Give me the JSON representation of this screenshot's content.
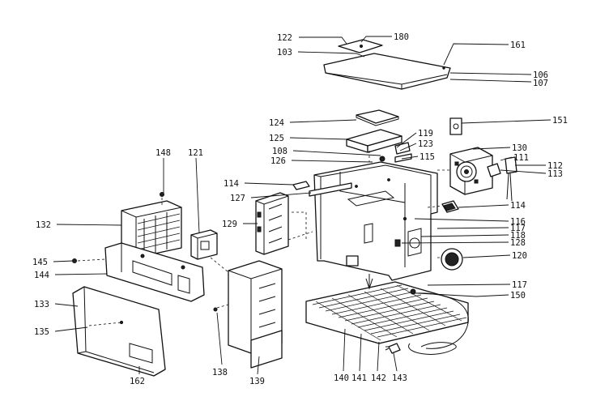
{
  "callouts": [
    {
      "id": "c122",
      "text": "122"
    },
    {
      "id": "c180",
      "text": "180"
    },
    {
      "id": "c103",
      "text": "103"
    },
    {
      "id": "c161",
      "text": "161"
    },
    {
      "id": "c106",
      "text": "106"
    },
    {
      "id": "c107",
      "text": "107"
    },
    {
      "id": "c151",
      "text": "151"
    },
    {
      "id": "c124",
      "text": "124"
    },
    {
      "id": "c125",
      "text": "125"
    },
    {
      "id": "c119",
      "text": "119"
    },
    {
      "id": "c123",
      "text": "123"
    },
    {
      "id": "c108",
      "text": "108"
    },
    {
      "id": "c115",
      "text": "115"
    },
    {
      "id": "c126",
      "text": "126"
    },
    {
      "id": "c130",
      "text": "130"
    },
    {
      "id": "c111",
      "text": "111"
    },
    {
      "id": "c112",
      "text": "112"
    },
    {
      "id": "c113",
      "text": "113"
    },
    {
      "id": "c148",
      "text": "148"
    },
    {
      "id": "c121",
      "text": "121"
    },
    {
      "id": "c114a",
      "text": "114"
    },
    {
      "id": "c127",
      "text": "127"
    },
    {
      "id": "c114b",
      "text": "114"
    },
    {
      "id": "c129",
      "text": "129"
    },
    {
      "id": "c132",
      "text": "132"
    },
    {
      "id": "c116",
      "text": "116"
    },
    {
      "id": "c117a",
      "text": "117"
    },
    {
      "id": "c118",
      "text": "118"
    },
    {
      "id": "c128",
      "text": "128"
    },
    {
      "id": "c120",
      "text": "120"
    },
    {
      "id": "c145",
      "text": "145"
    },
    {
      "id": "c144",
      "text": "144"
    },
    {
      "id": "c117b",
      "text": "117"
    },
    {
      "id": "c150",
      "text": "150"
    },
    {
      "id": "c133",
      "text": "133"
    },
    {
      "id": "c135",
      "text": "135"
    },
    {
      "id": "c138",
      "text": "138"
    },
    {
      "id": "c139",
      "text": "139"
    },
    {
      "id": "c140",
      "text": "140"
    },
    {
      "id": "c141",
      "text": "141"
    },
    {
      "id": "c142",
      "text": "142"
    },
    {
      "id": "c143",
      "text": "143"
    },
    {
      "id": "c162",
      "text": "162"
    }
  ]
}
